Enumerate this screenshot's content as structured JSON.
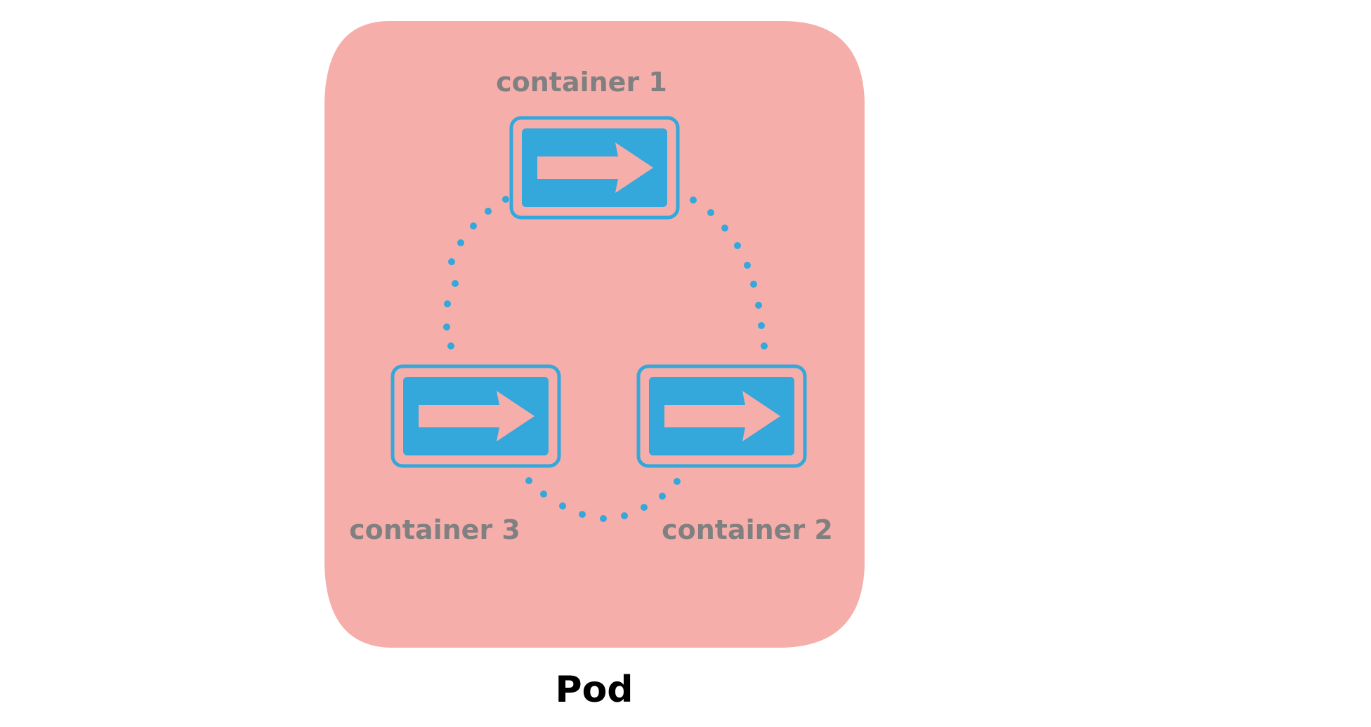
{
  "pod": {
    "label": "Pod",
    "fill": "#f6aeab",
    "label_color": "#000000"
  },
  "containers": [
    {
      "label": "container 1",
      "icon": "arrow-right-icon"
    },
    {
      "label": "container 2",
      "icon": "arrow-right-icon"
    },
    {
      "label": "container 3",
      "icon": "arrow-right-icon"
    }
  ],
  "colors": {
    "container_blue": "#34a7db",
    "container_label": "#808080",
    "dots": "#34a7db",
    "arrow": "#f6aeab"
  }
}
